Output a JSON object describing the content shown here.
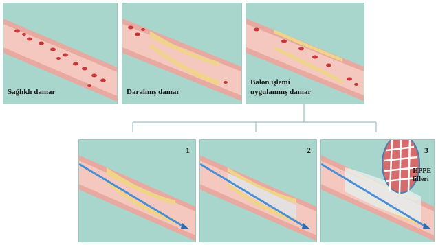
{
  "top_panels": [
    {
      "caption": "Sağlıklı damar"
    },
    {
      "caption": "Daralmış  damar"
    },
    {
      "caption_line1": "Balon işlemi",
      "caption_line2": "uygulanmış damar"
    }
  ],
  "bottom_panels": [
    {
      "step": "1"
    },
    {
      "step": "2"
    },
    {
      "step": "3",
      "callout_line1": "HPPE",
      "callout_line2": "lifleri"
    }
  ],
  "colors": {
    "background": "#a9d6cc",
    "vessel_wall": "#e8a9a0",
    "vessel_lumen": "#f4c7bf",
    "plaque": "#f0d48a",
    "blood_cell": "#c8383a",
    "catheter": "#4a8fd6",
    "connector": "#8ab0c0"
  }
}
